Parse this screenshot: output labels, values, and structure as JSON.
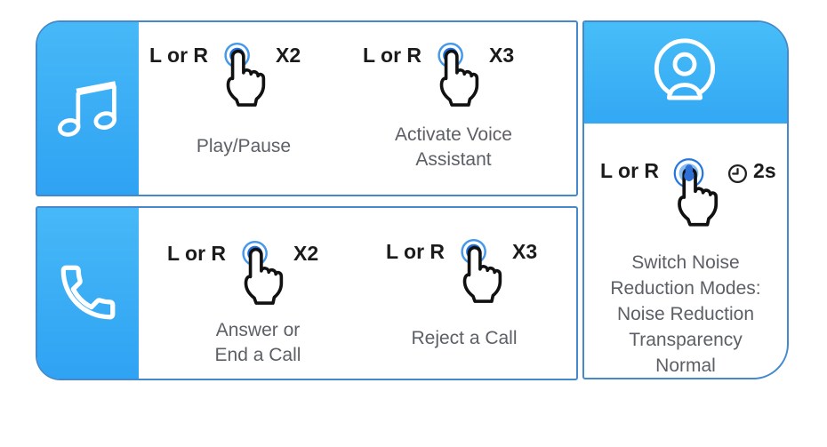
{
  "colors": {
    "panel_blue_top": "#47b8f7",
    "panel_blue_bottom": "#2fa3f3",
    "panel_border": "#4489cb",
    "tap_ring_inner": "#1e6fd9",
    "tap_ring_outer": "#4598ea",
    "press_fill": "#4190e2",
    "text_dark": "#1b1b1b",
    "text_gray": "#5c6066"
  },
  "music_panel": {
    "icon": "music-notes-icon",
    "gestures": [
      {
        "earbud": "L or R",
        "count": "X2",
        "action_lines": [
          "Play/Pause"
        ]
      },
      {
        "earbud": "L or R",
        "count": "X3",
        "action_lines": [
          "Activate Voice",
          "Assistant"
        ]
      }
    ]
  },
  "call_panel": {
    "icon": "phone-icon",
    "gestures": [
      {
        "earbud": "L or R",
        "count": "X2",
        "action_lines": [
          "Answer or",
          "End a Call"
        ]
      },
      {
        "earbud": "L or R",
        "count": "X3",
        "action_lines": [
          "Reject a Call"
        ]
      }
    ]
  },
  "noise_panel": {
    "icon": "person-icon",
    "gesture": {
      "earbud": "L or R",
      "hold_duration": "2s",
      "action_lines": [
        "Switch Noise",
        "Reduction Modes:",
        "Noise Reduction",
        "Transparency",
        "Normal"
      ]
    }
  }
}
